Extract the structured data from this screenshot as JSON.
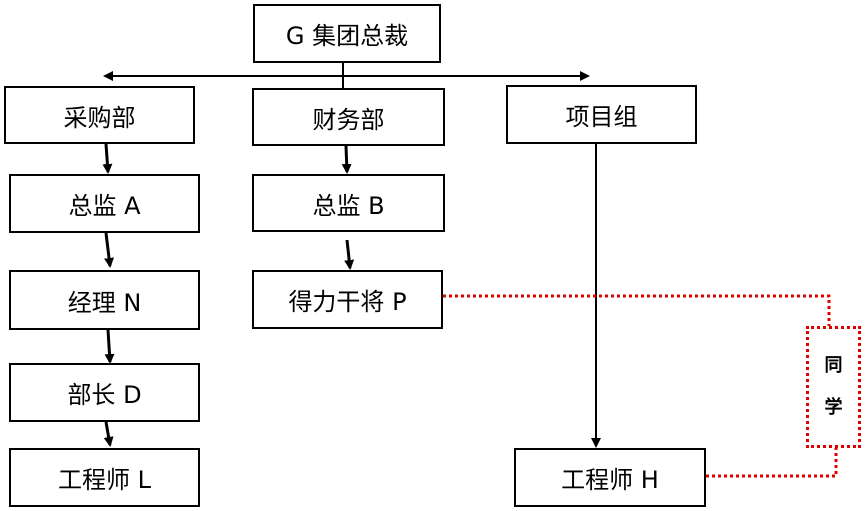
{
  "nodes": {
    "ceo": "G 集团总裁",
    "procurement": "采购部",
    "finance": "财务部",
    "project": "项目组",
    "director_a": "总监 A",
    "director_b": "总监 B",
    "manager_n": "经理 N",
    "capable_p": "得力干将 P",
    "head_d": "部长 D",
    "engineer_l": "工程师 L",
    "engineer_h": "工程师 H"
  },
  "relation": {
    "label_1": "同",
    "label_2": "学"
  },
  "colors": {
    "line": "#000000",
    "relation": "#e00000"
  }
}
